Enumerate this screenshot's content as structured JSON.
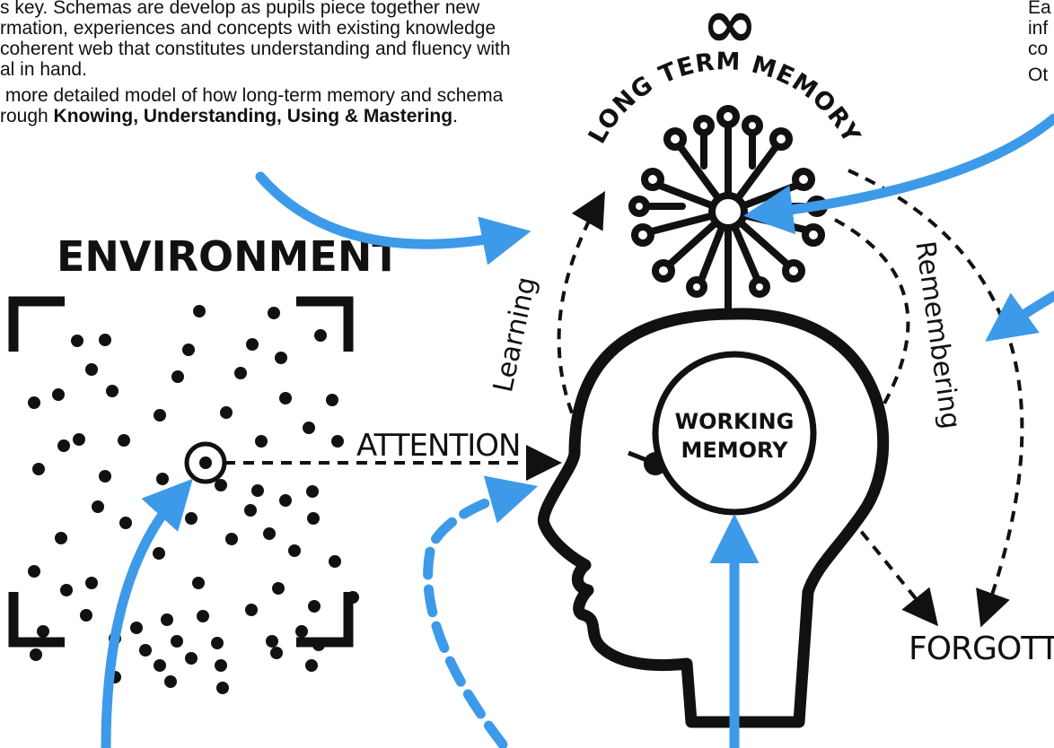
{
  "left_text": {
    "line1": "s key. Schemas are develop as pupils piece together new",
    "line2": "rmation, experiences and concepts with existing knowledge",
    "line3": "coherent web that constitutes understanding and fluency with",
    "line4": "al in hand.",
    "line5": " more detailed model of how long-term memory and schema",
    "line6_pre": "rough ",
    "line6_bold": "Knowing, Understanding, Using & Mastering",
    "line6_post": "."
  },
  "right_text": {
    "line1": "Ea",
    "line2": "inf",
    "line3": "co",
    "line4": "Ot"
  },
  "diagram": {
    "infinity_symbol": "∞",
    "long_term_memory": "LONG TERM MEMORY",
    "environment": "ENVIRONMENT",
    "attention": "ATTENTION",
    "learning": "Learning",
    "remembering": "Remembering",
    "working_memory_line1": "WORKING",
    "working_memory_line2": "MEMORY",
    "forgotten": "FORGOTTEN"
  },
  "colors": {
    "ink": "#111111",
    "annotation_arrow": "#3d9ae8"
  }
}
